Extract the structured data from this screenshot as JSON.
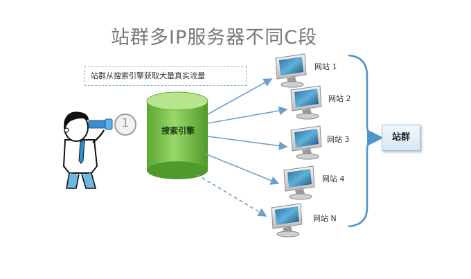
{
  "title": "站群多IP服务器不同C段",
  "callout": "站群从搜索引擎获取大量真实流量",
  "search_engine_label": "搜索引擎",
  "sites": [
    {
      "label": "网站 1",
      "style": "solid"
    },
    {
      "label": "网站 2",
      "style": "solid"
    },
    {
      "label": "网站 3",
      "style": "solid"
    },
    {
      "label": "网站 4",
      "style": "solid"
    },
    {
      "label": "网站 N",
      "style": "dashed"
    }
  ],
  "group_label": "站群",
  "badge_number": "1",
  "colors": {
    "arrow": "#6f9fc8",
    "brace": "#4e95cc",
    "cylinder": "#7ec64a",
    "cylinder_dark": "#4f9a2a",
    "dashed_border": "#7fb6d8"
  }
}
